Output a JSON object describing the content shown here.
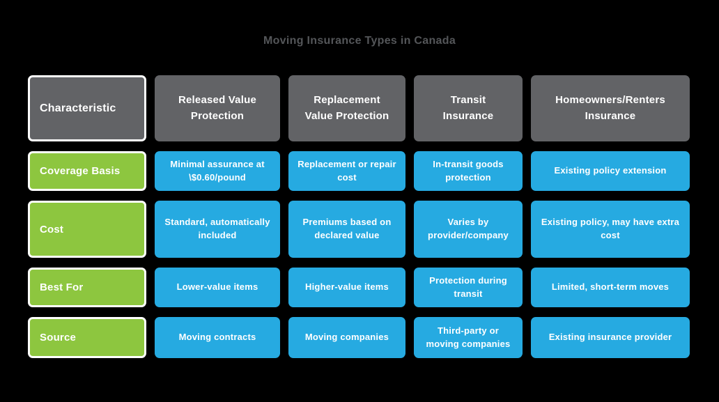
{
  "chart_data": {
    "type": "table",
    "title": "Moving Insurance Types in Canada",
    "header_row": [
      "Characteristic",
      "Released Value Protection",
      "Replacement Value Protection",
      "Transit Insurance",
      "Homeowners/Renters Insurance"
    ],
    "rows": [
      {
        "label": "Coverage Basis",
        "values": [
          "Minimal assurance at \\$0.60/pound",
          "Replacement or repair cost",
          "In-transit goods protection",
          "Existing policy extension"
        ]
      },
      {
        "label": "Cost",
        "values": [
          "Standard, automatically included",
          "Premiums based on declared value",
          "Varies by provider/company",
          "Existing policy, may have extra cost"
        ]
      },
      {
        "label": "Best For",
        "values": [
          "Lower-value items",
          "Higher-value items",
          "Protection during transit",
          "Limited, short-term moves"
        ]
      },
      {
        "label": "Source",
        "values": [
          "Moving contracts",
          "Moving companies",
          "Third-party or moving companies",
          "Existing insurance provider"
        ]
      }
    ],
    "legend_position": "none",
    "grid": "off",
    "colors": {
      "background": "#000000",
      "header_fill": "#626366",
      "row_label_fill": "#8dc63f",
      "data_cell_fill": "#26aae1",
      "cell_text": "#ffffff",
      "title_text": "#545659",
      "label_border": "#ffffff"
    }
  }
}
